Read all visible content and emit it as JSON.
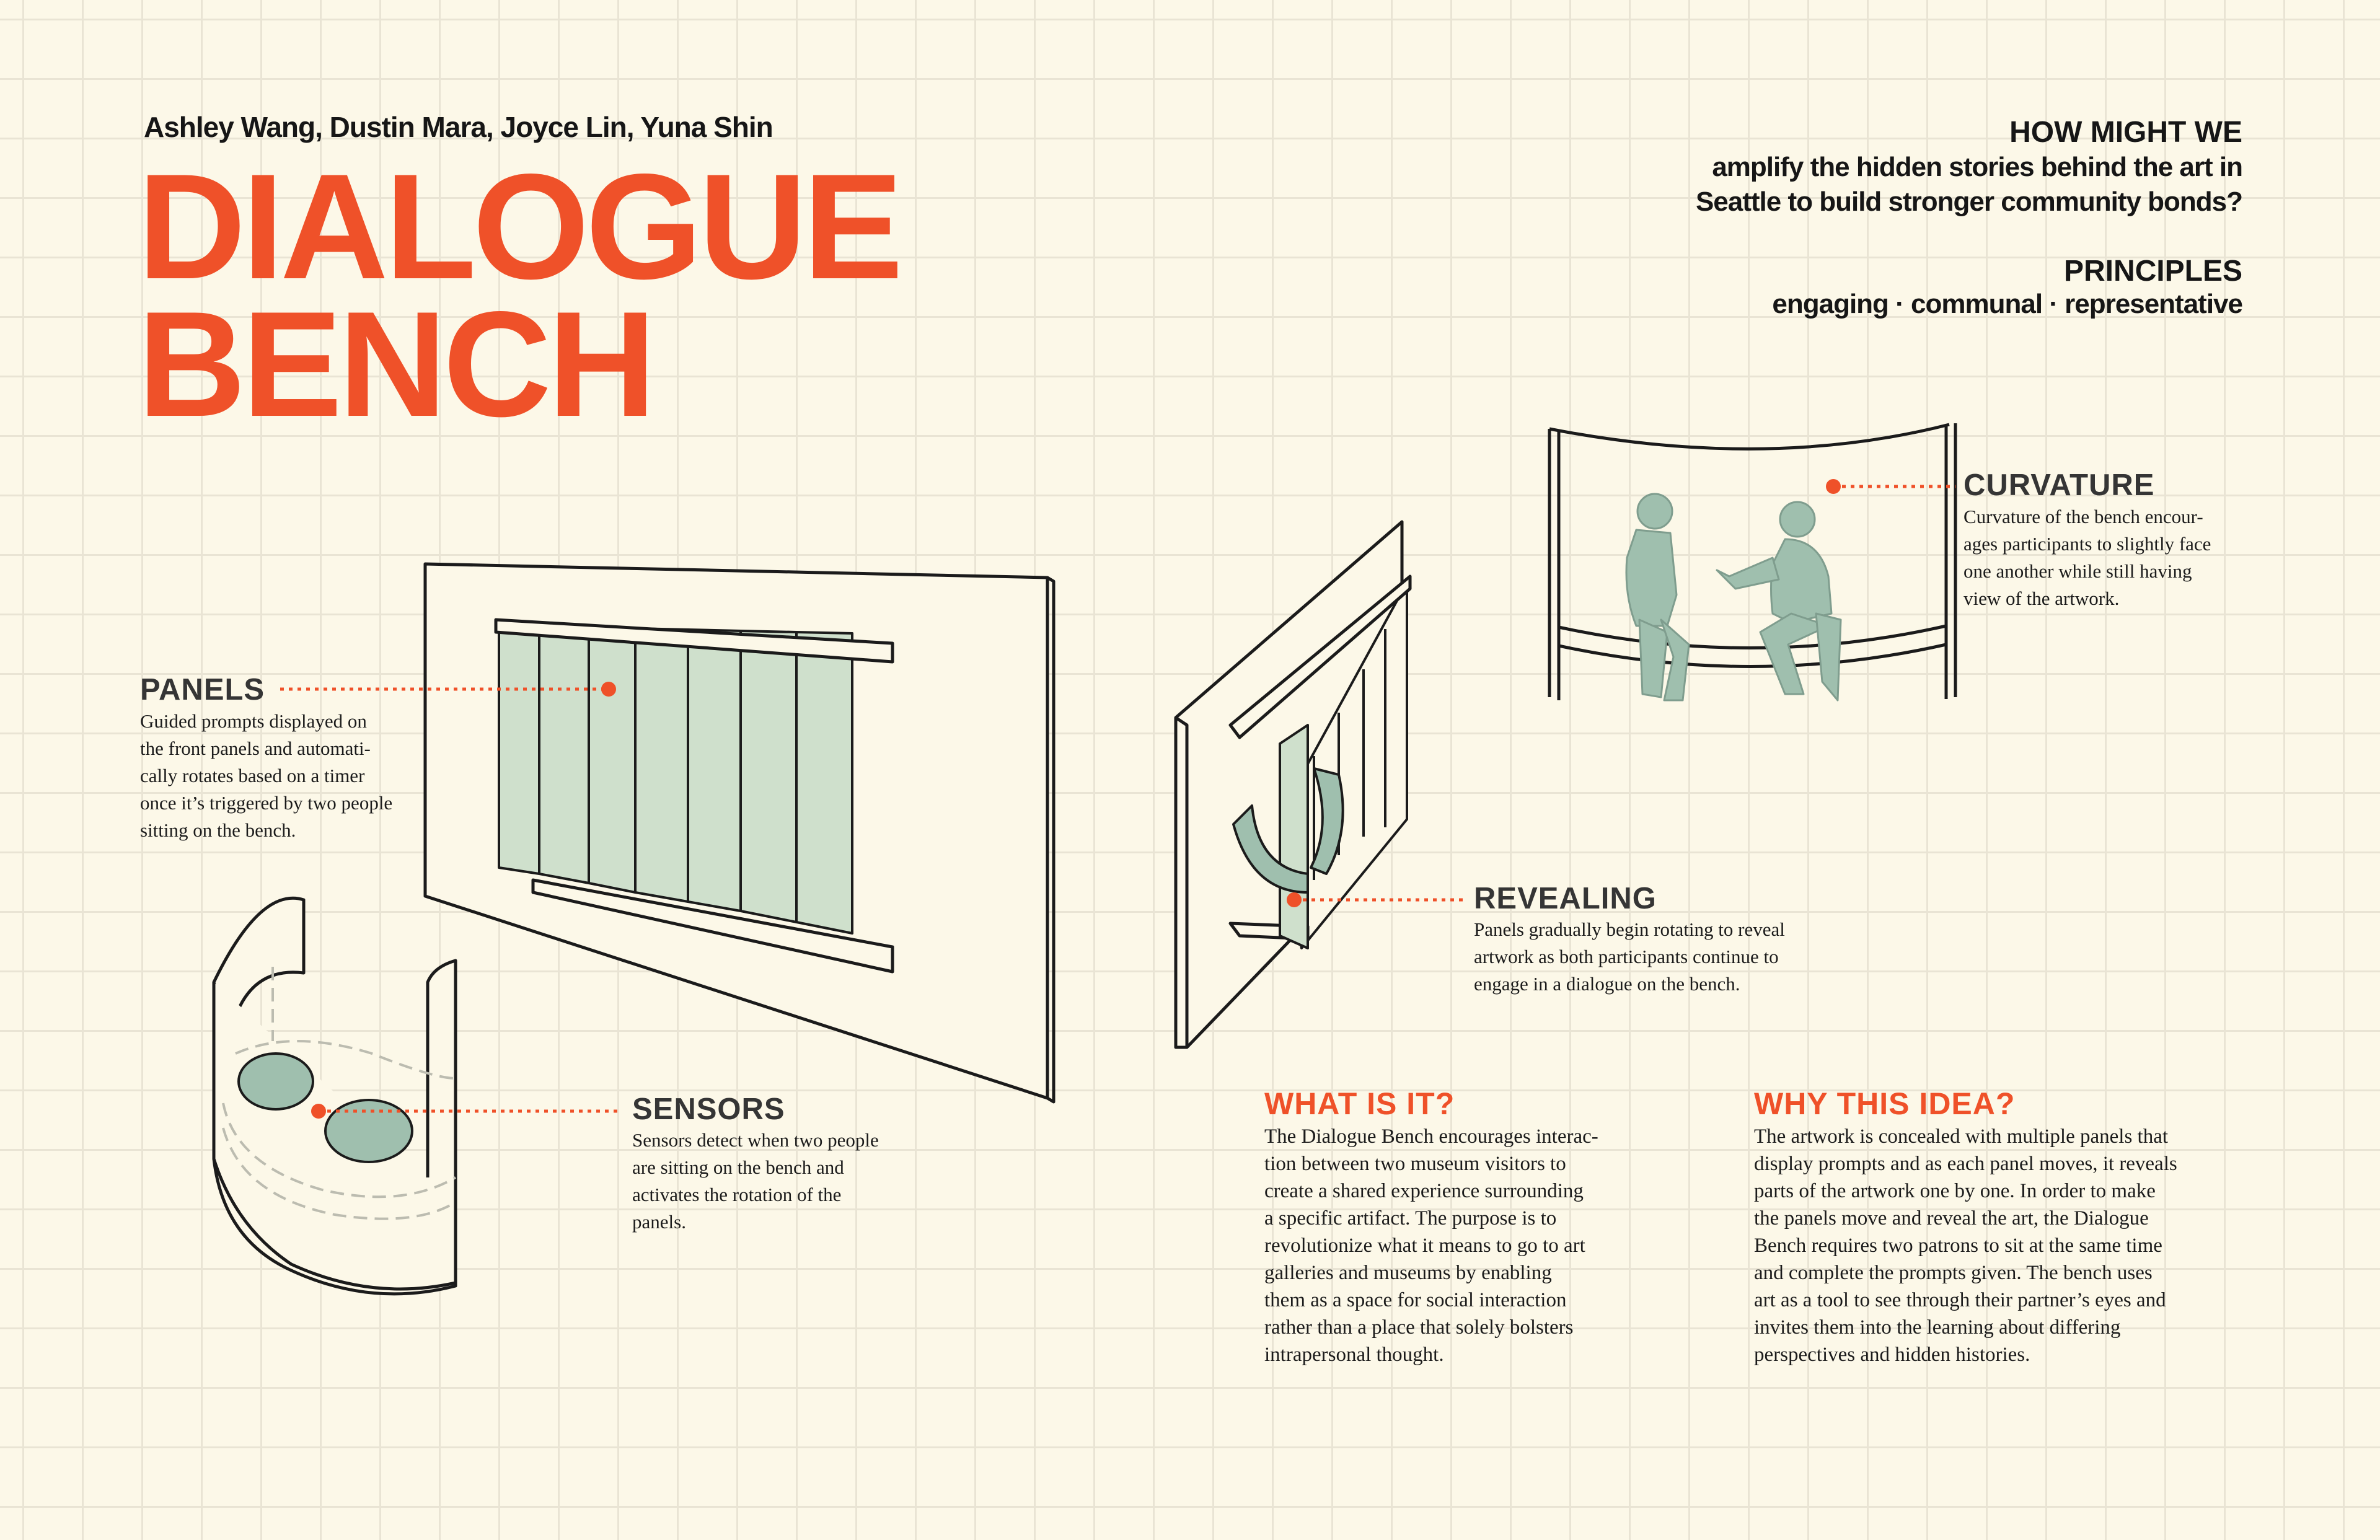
{
  "authors": "Ashley Wang, Dustin Mara, Joyce Lin, Yuna Shin",
  "title": {
    "line1": "DIALOGUE",
    "line2": "BENCH"
  },
  "hmw": {
    "heading": "HOW MIGHT WE",
    "line1": "amplify the hidden stories behind the art in",
    "line2": "Seattle to build stronger community bonds?"
  },
  "principles": {
    "heading": "PRINCIPLES",
    "items": "engaging · communal · representative"
  },
  "callouts": {
    "panels": {
      "label": "PANELS",
      "text": "Guided prompts displayed on\nthe front panels and automati-\ncally rotates based on a timer\nonce it’s triggered by two people\nsitting on the bench."
    },
    "sensors": {
      "label": "SENSORS",
      "text": "Sensors detect when two people\nare sitting on the bench and\nactivates the rotation of the\npanels."
    },
    "revealing": {
      "label": "REVEALING",
      "text": "Panels gradually begin rotating to reveal\nartwork as both participants continue to\nengage in a dialogue on the bench."
    },
    "curvature": {
      "label": "CURVATURE",
      "text": "Curvature of the bench encour-\nages participants to slightly face\none another while still having\nview of the artwork."
    }
  },
  "what_is_it": {
    "heading": "WHAT IS IT?",
    "text": "The Dialogue Bench encourages interac-\ntion between two museum visitors to\ncreate a shared experience surrounding\na specific artifact. The purpose is to\nrevolutionize what it means to go to art\ngalleries and museums by enabling\nthem as a space for social interaction\nrather than a place that solely bolsters\nintrapersonal thought."
  },
  "why_this_idea": {
    "heading": "WHY THIS IDEA?",
    "text": "The artwork is concealed with multiple panels that\ndisplay prompts and as each panel moves, it reveals\nparts of the artwork one by one. In order to make\nthe panels move and reveal the art, the Dialogue\nBench requires two patrons to sit at the same time\nand complete the prompts given. The bench uses\nart as a tool to see through their partner’s eyes and\ninvites them into the learning about differing\nperspectives and hidden histories."
  },
  "colors": {
    "accent": "#ef5129",
    "panel_green": "#cfe0cc",
    "figure_green": "#9fbfae",
    "background": "#fcf8e8",
    "ink": "#161616"
  }
}
